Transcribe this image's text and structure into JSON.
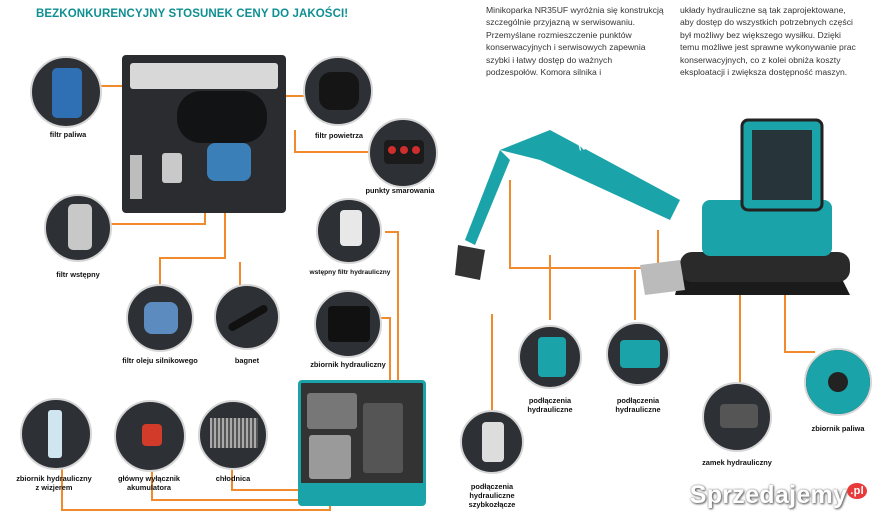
{
  "header": {
    "title": "BEZKONKURENCYJNY STOSUNEK CENY DO JAKOŚCI!"
  },
  "description": {
    "left": "Minikoparka NR35UF wyróżnia się konstrukcją szczególnie przyjazną w serwisowaniu. Przemyślane rozmieszczenie punktów konserwacyjnych i serwisowych zapewnia szybki i łatwy dostęp do ważnych podzespołów. Komora silnika i",
    "right": "układy hydrauliczne są tak zaprojektowane, aby dostęp do wszystkich potrzebnych części był możliwy bez większego wysiłku. Dzięki temu możliwe jest sprawne wykonywanie prac konserwacyjnych, co z kolei obniża koszty eksploatacji i zwiększa dostępność maszyn."
  },
  "brand": {
    "logo": "NeuMeier"
  },
  "labels": {
    "filtr_paliwa": "filtr paliwa",
    "filtr_powietrza": "filtr powietrza",
    "punkty_smarowania": "punkty smarowania",
    "filtr_wstepny": "filtr wstępny",
    "wstepny_filtr_hydrauliczny": "wstępny filtr hydrauliczny",
    "filtr_oleju": "filtr oleju silnikowego",
    "bagnet": "bagnet",
    "zbiornik_hydrauliczny": "zbiornik hydrauliczny",
    "zbiornik_hydrauliczny_wziernik": "zbiornik hydrauliczny\nz wizjerem",
    "glowny_wylacznik": "główny wyłącznik\nakumulatora",
    "chlodnica": "chłodnica",
    "podlaczenia_1": "podłączenia\nhydrauliczne",
    "podlaczenia_2": "podłączenia\nhydrauliczne",
    "podlaczenia_szybkozlacze": "podłączenia\nhydrauliczne\nszybkozłącze",
    "zamek_hydrauliczny": "zamek hydrauliczny",
    "zbiornik_paliwa": "zbiornik paliwa"
  },
  "watermark": {
    "text": "Sprzedajemy",
    "suffix": ".pl"
  },
  "colors": {
    "accent": "#0e8f92",
    "connector": "#f08a2c",
    "machine": "#1aa3a8"
  }
}
